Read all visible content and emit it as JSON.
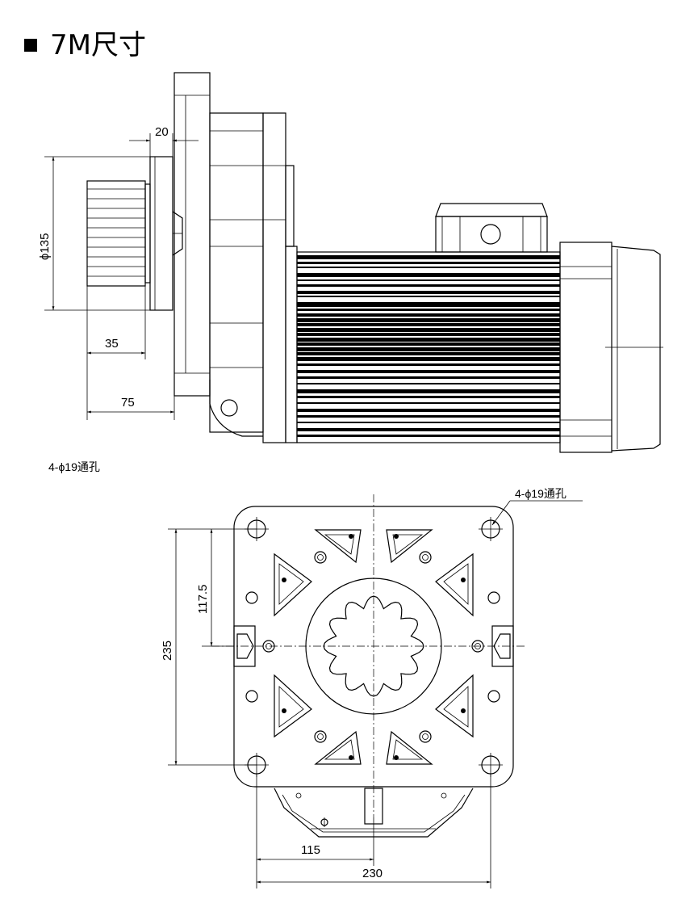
{
  "title": "7M尺寸",
  "title_marker": "square-bullet-icon",
  "side_view": {
    "dims": {
      "width_20": "20",
      "diameter_135": "ϕ135",
      "length_35": "35",
      "length_75": "75"
    },
    "hole_note": "4-ϕ19通孔"
  },
  "front_view": {
    "dims": {
      "half_height": "117.5",
      "height": "235",
      "half_width": "115",
      "width": "230"
    },
    "hole_note": "4-ϕ19通孔"
  },
  "colors": {
    "line": "#000000",
    "background": "#ffffff"
  }
}
